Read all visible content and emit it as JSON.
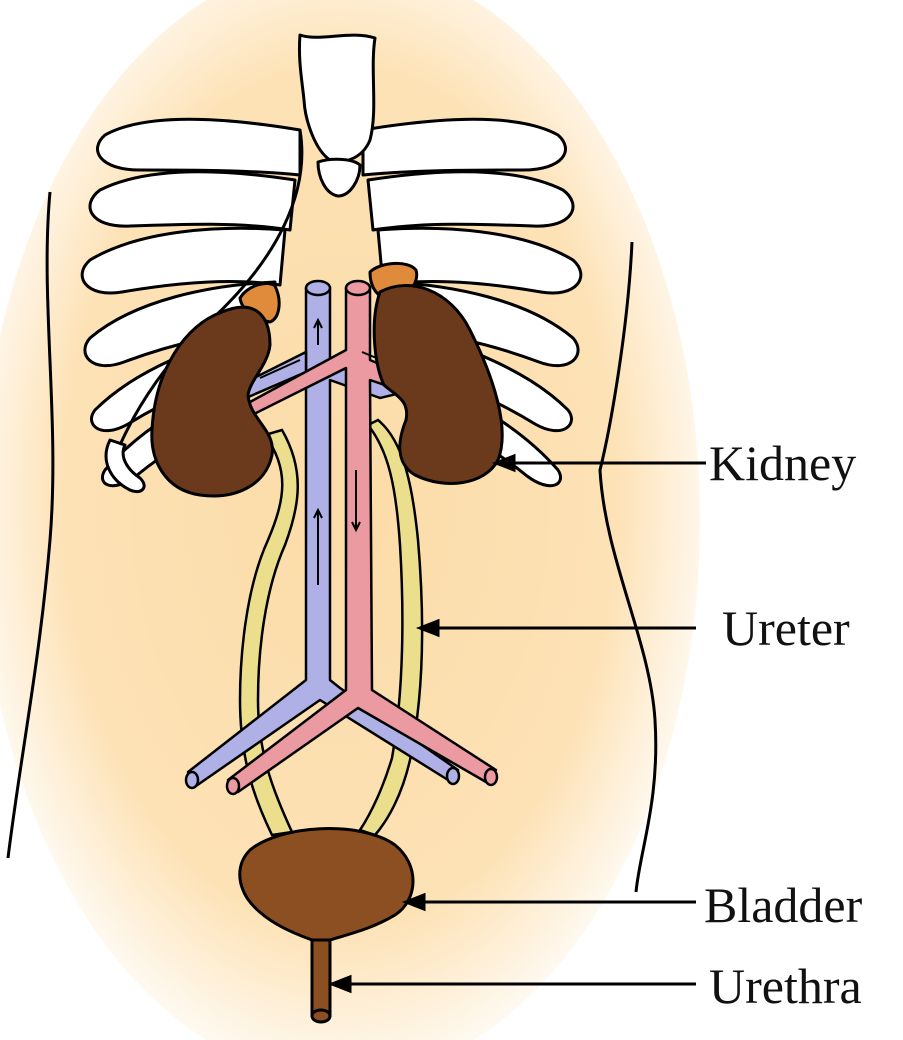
{
  "labels": {
    "kidney": "Kidney",
    "ureter": "Ureter",
    "bladder": "Bladder",
    "urethra": "Urethra"
  },
  "colors": {
    "skin_glow": "#fcdca8",
    "bone": "#ffffff",
    "outline": "#000000",
    "kidney": "#6b3a1c",
    "adrenal": "#e08a3c",
    "ureter": "#ebdf8e",
    "vein": "#aeb0e6",
    "artery": "#ea9aa0",
    "bladder": "#8b4f22"
  }
}
